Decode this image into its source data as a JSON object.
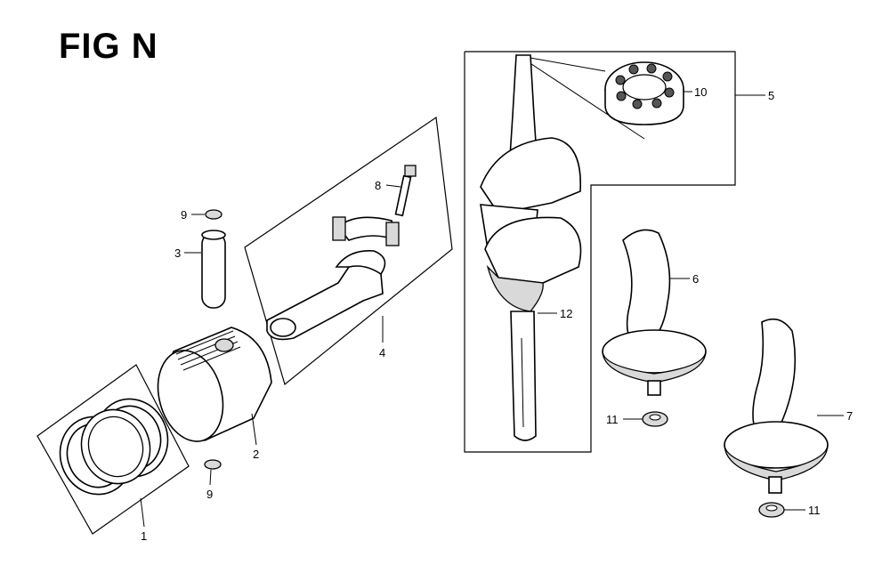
{
  "title": "FIG N",
  "callouts": {
    "c1": "1",
    "c2": "2",
    "c3": "3",
    "c4": "4",
    "c5": "5",
    "c6": "6",
    "c7": "7",
    "c8": "8",
    "c9a": "9",
    "c9b": "9",
    "c10": "10",
    "c11a": "11",
    "c11b": "11",
    "c12": "12"
  }
}
